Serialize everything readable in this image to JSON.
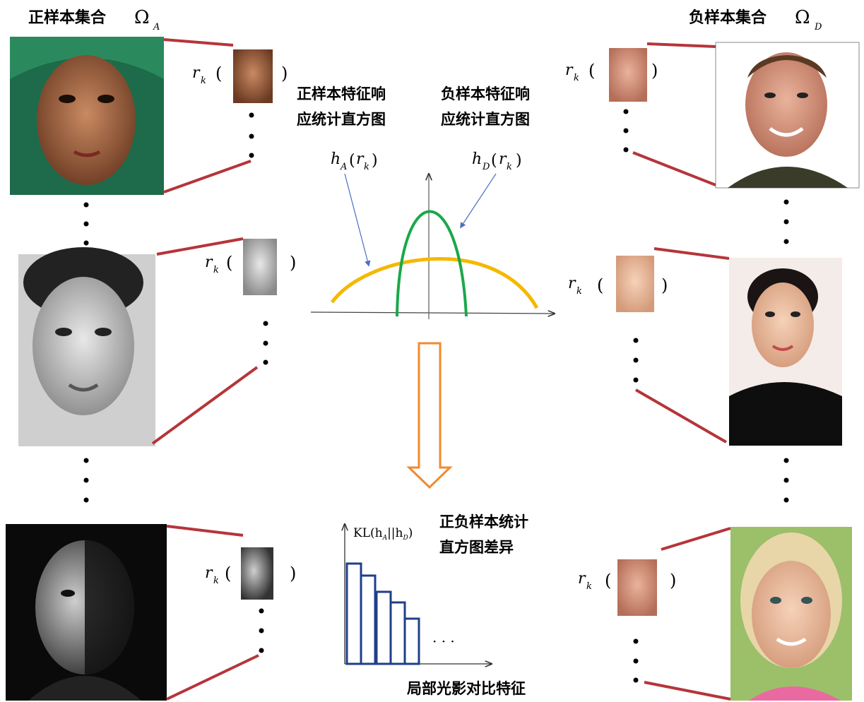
{
  "titles": {
    "positive": "正样本集合",
    "negative": "负样本集合",
    "omega": "Ω",
    "pos_sub": "A",
    "neg_sub": "D"
  },
  "captions": {
    "pos_hist_line1": "正样本特征响",
    "pos_hist_line2": "应统计直方图",
    "neg_hist_line1": "负样本特征响",
    "neg_hist_line2": "应统计直方图",
    "diff_line1": "正负样本统计",
    "diff_line2": "直方图差异",
    "bottom": "局部光影对比特征"
  },
  "feature": {
    "r": "r",
    "k": "k",
    "open": "(",
    "close": ")"
  },
  "curve_labels": {
    "h": "h",
    "a": "A",
    "d": "D"
  },
  "kl_axis": {
    "label": "KL(h",
    "sub_a": "A",
    "bars_sep": "||h",
    "sub_d": "D",
    "close": ")",
    "ellipsis": "· · ·"
  },
  "colors": {
    "pos_curve": "#f5b800",
    "neg_curve": "#1aa84a",
    "bars": "#1f3f8a",
    "connector": "#b5353a",
    "arrow": "#f28a2e"
  },
  "faces": [
    {
      "label": "woman-green-scarf"
    },
    {
      "label": "woman-bw-portrait"
    },
    {
      "label": "man-dark-portrait"
    },
    {
      "label": "man-smiling"
    },
    {
      "label": "woman-black-top"
    },
    {
      "label": "girl-smiling"
    }
  ]
}
